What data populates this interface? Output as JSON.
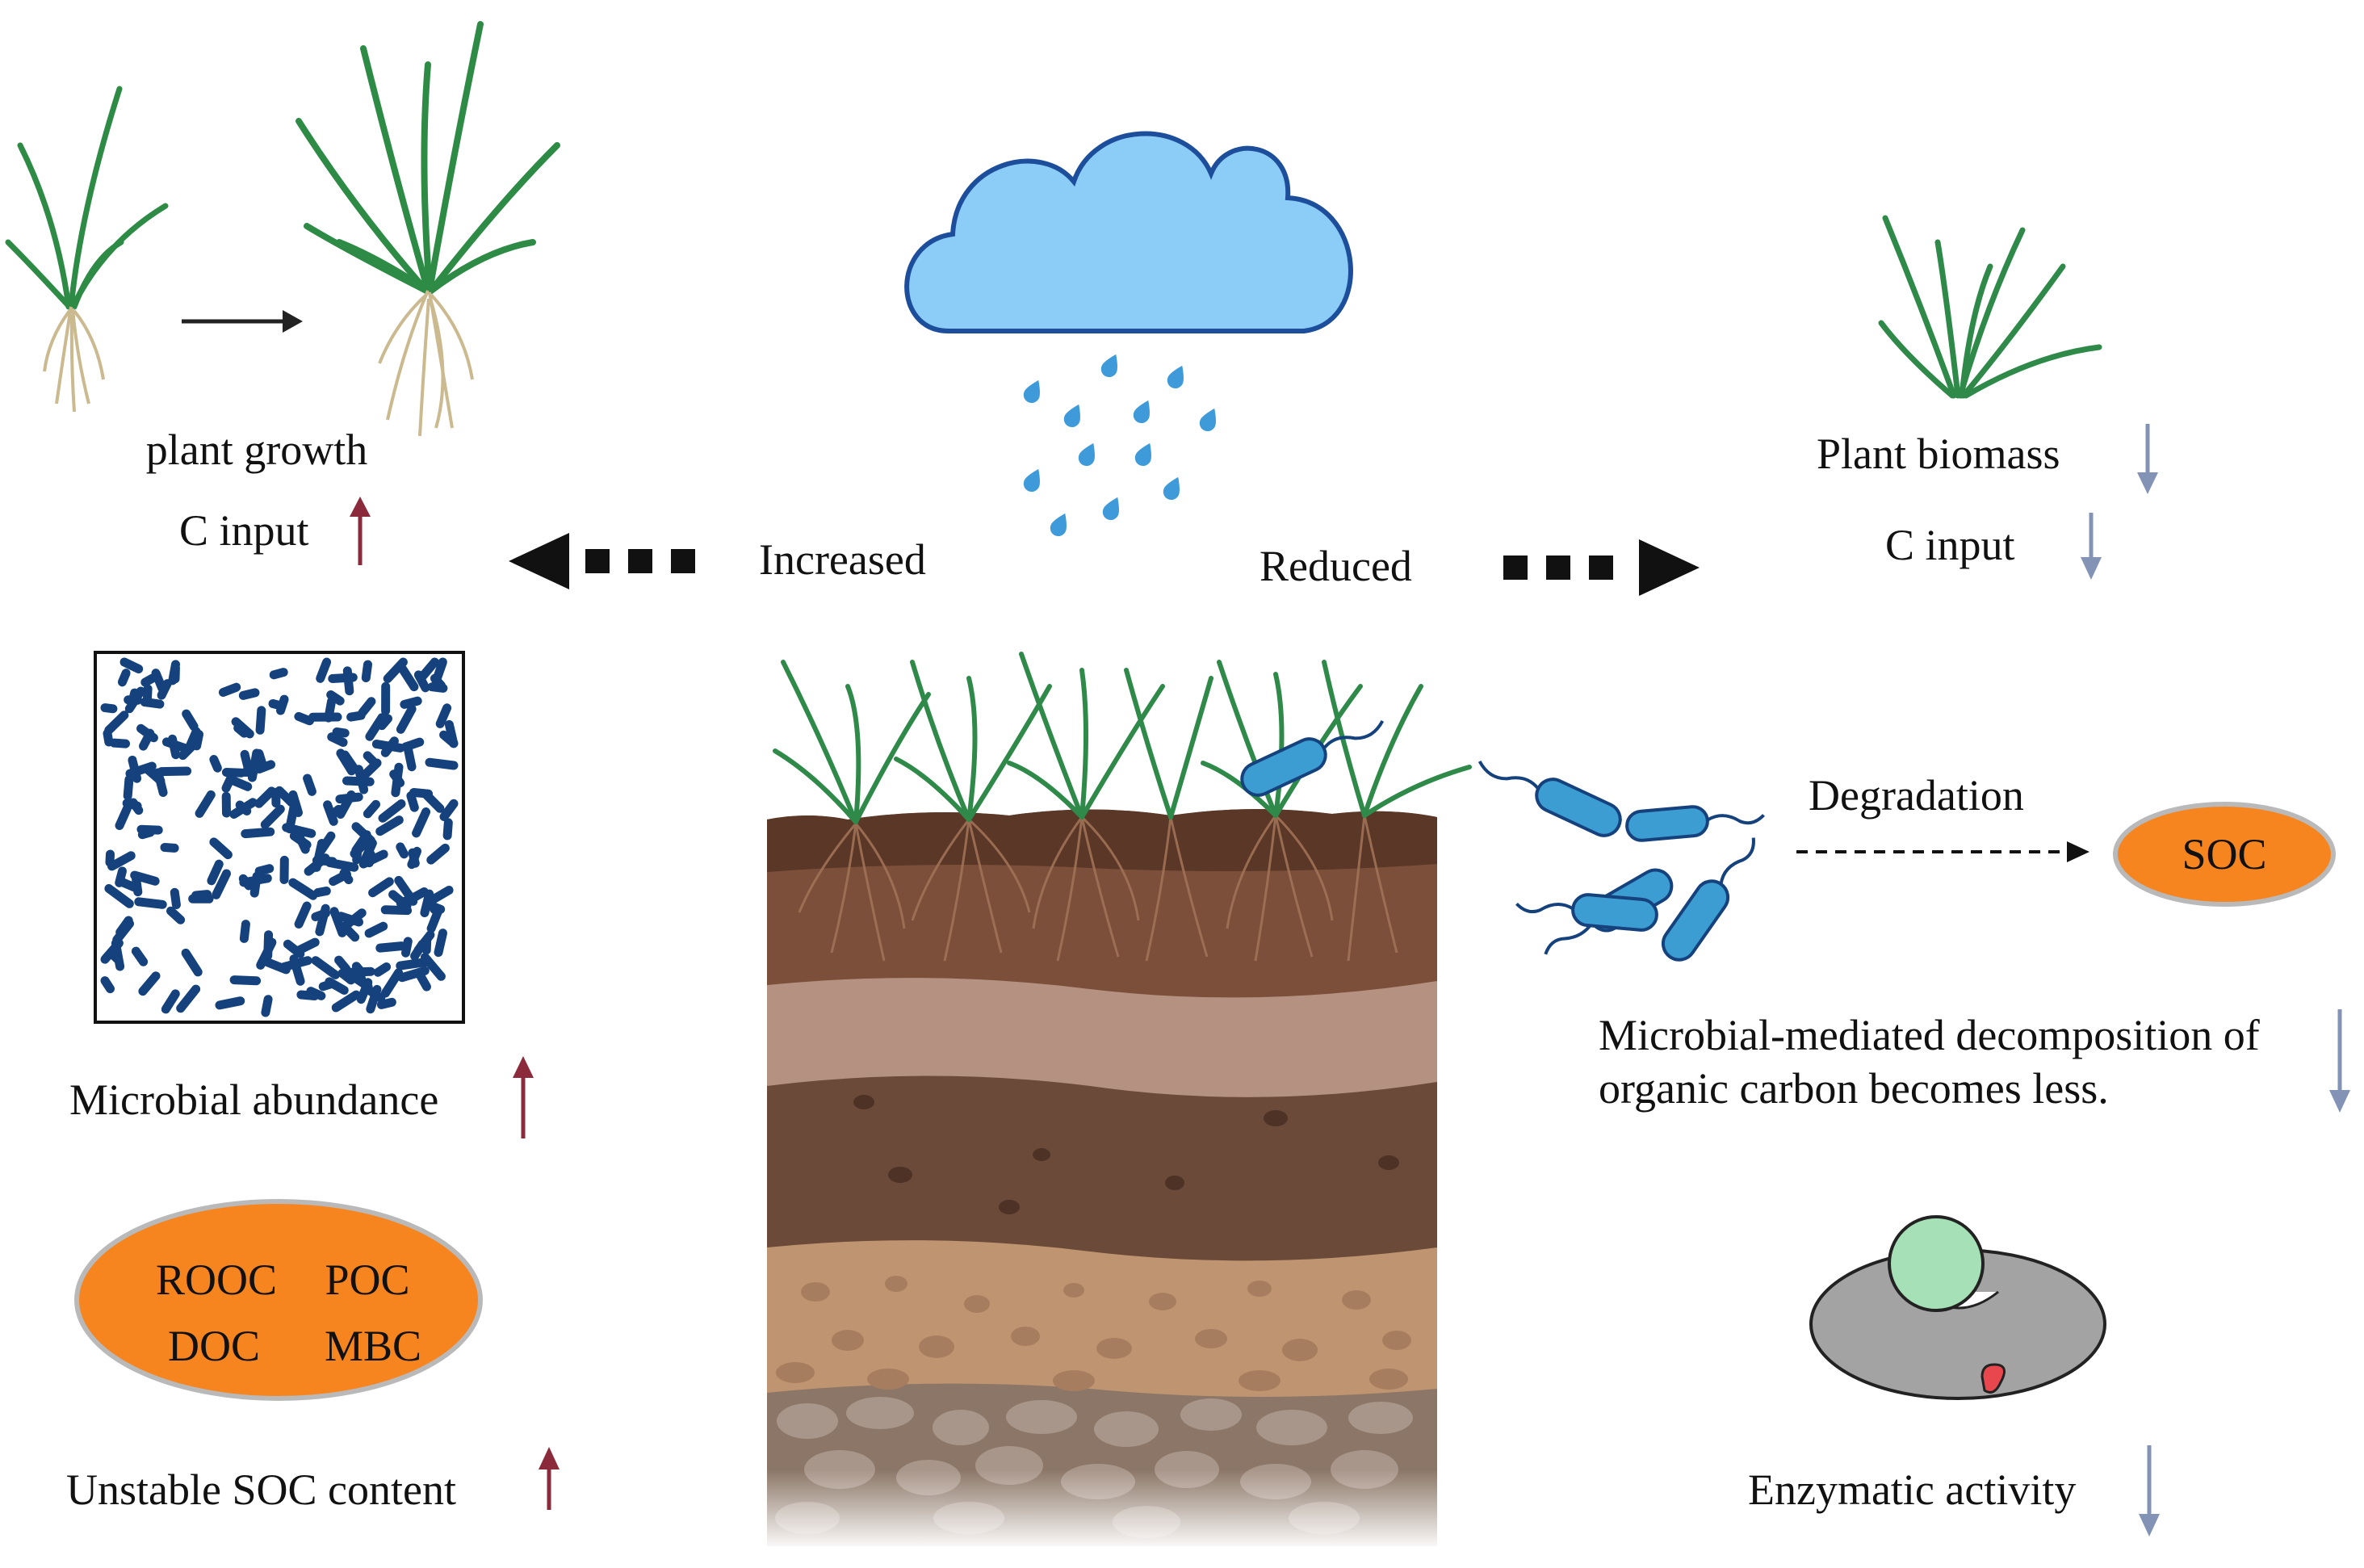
{
  "labels": {
    "plant_growth": "plant growth",
    "c_input_left": "C input",
    "increased": "Increased",
    "reduced": "Reduced",
    "plant_biomass": "Plant biomass",
    "c_input_right": "C input",
    "microbial_abundance": "Microbial abundance",
    "unstable_soc": "Unstable SOC content",
    "degradation": "Degradation",
    "decomposition": "Microbial-mediated decomposition of organic carbon becomes less.",
    "enzymatic_activity": "Enzymatic activity"
  },
  "soc_fractions": [
    "ROOC",
    "POC",
    "DOC",
    "MBC"
  ],
  "soc_label": "SOC",
  "colors": {
    "increase_arrow": "#8b2a3a",
    "decrease_arrow": "#8393b5",
    "orange": "#f7851f",
    "cloud": "#8ccdf7",
    "cloud_outline": "#1d4e9b",
    "rain": "#3e9ad8",
    "bacteria_fill": "#3c9dd3",
    "microbe_dark": "#15427d",
    "grass": "#2f8a4a"
  }
}
